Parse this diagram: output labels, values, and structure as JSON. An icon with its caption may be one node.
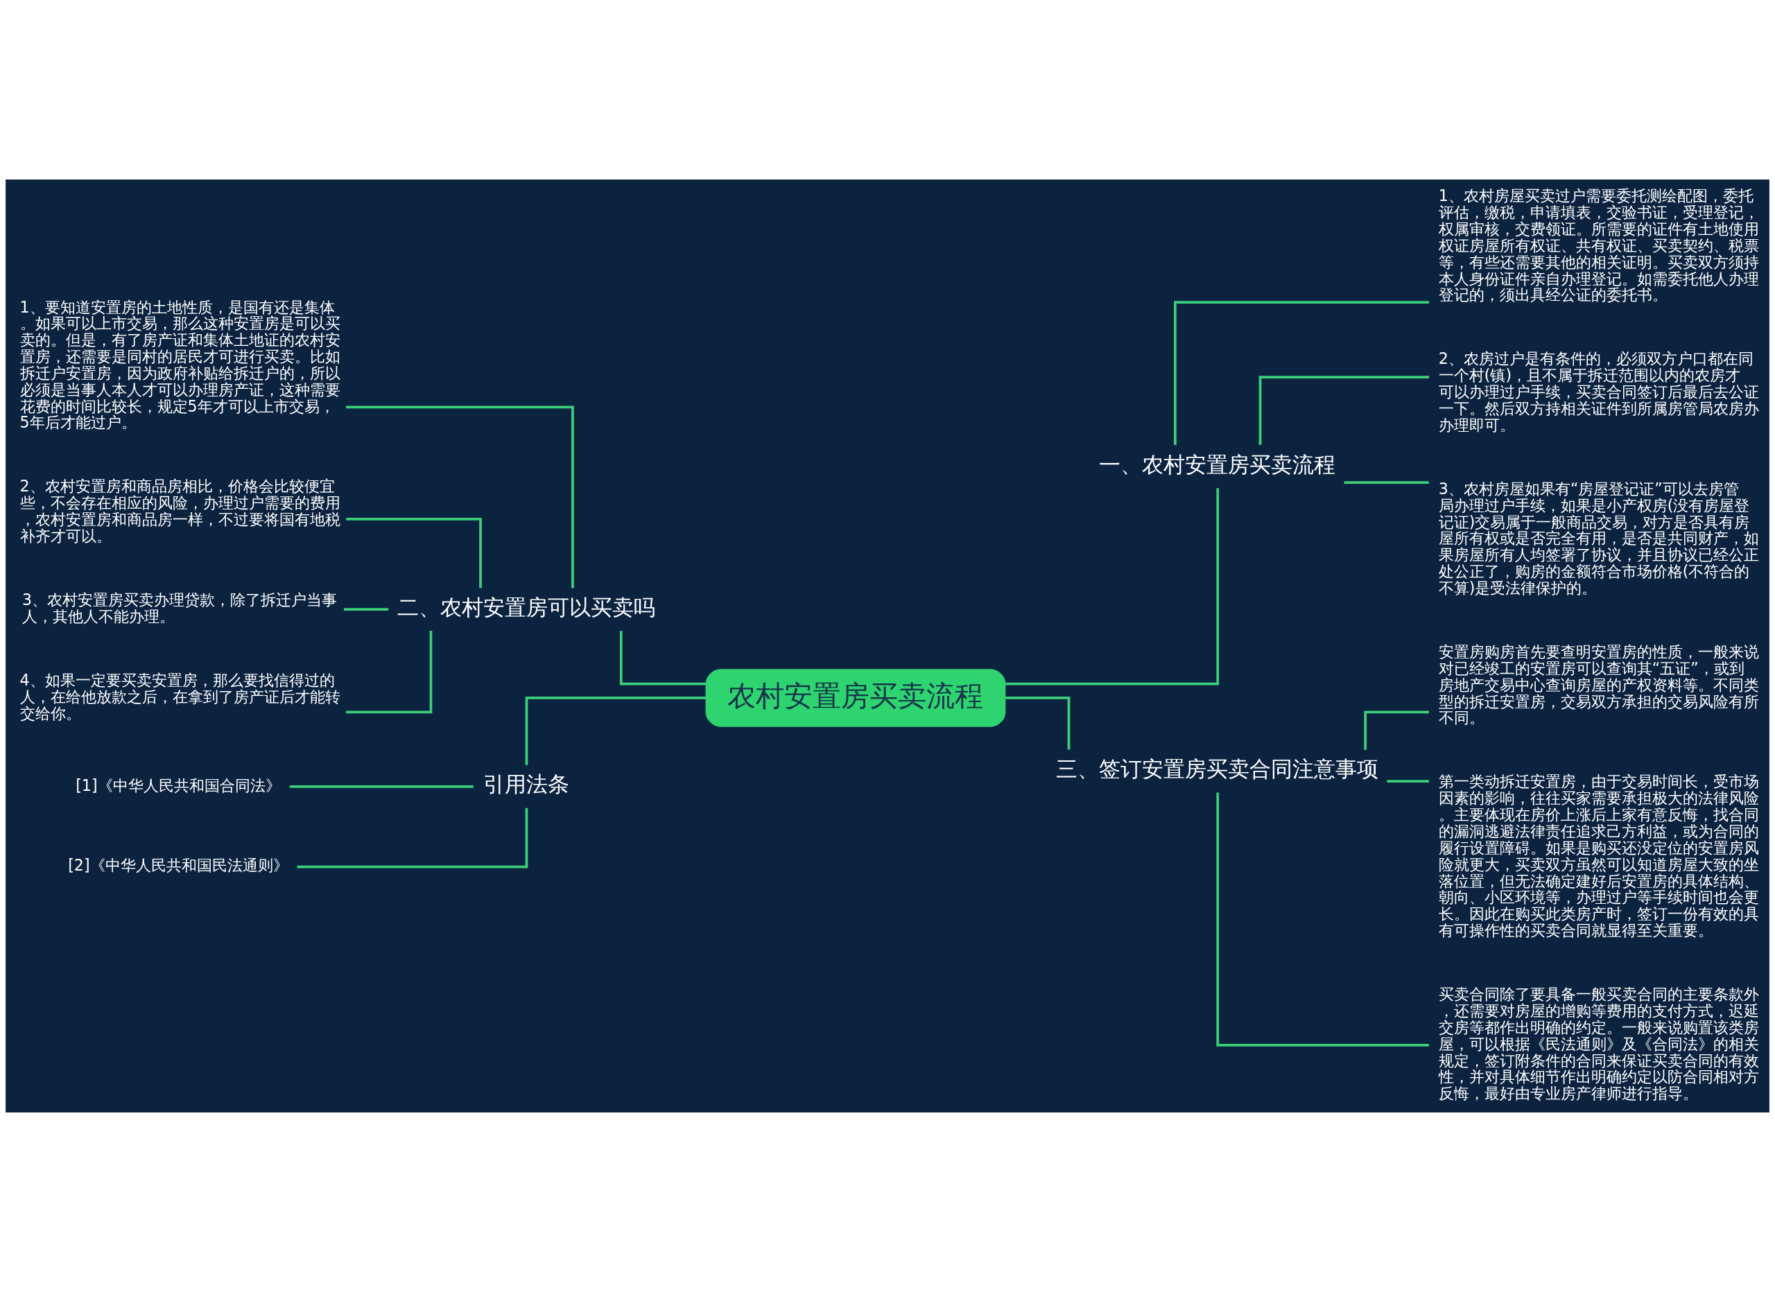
{
  "diagram": {
    "nodes": [
      {
        "text": [
          "农村安置房买卖流程"
        ]
      },
      {
        "text": [
          "一、农村安置房买卖流程"
        ]
      },
      {
        "text": [
          "1、农村房屋买卖过户需要委托测绘配图，委托评估，缴税，申请填表，交验书证，受理登记，权属审核，交费领证。所需要的证件有土地使用权证房屋所有权证、共有权证、买卖契约、税票等，有些还需要其他的相关证明。买卖双方须持本人身份证件亲自办理登记。如需委托他人办理登记的，须出具经公证的委托书。"
        ]
      },
      {
        "text": [
          "2、农房过户是有条件的，必须双方户口都在同一个村(镇)，且不属于拆迁范围以内的农房才可以办理过户手续，买卖合同签订后最后去公证一下。然后双方持相关证件到所属房管局农房办办理即可。"
        ]
      },
      {
        "text": [
          "3、农村房屋如果有“房屋登记证”可以去房管局办理过户手续，如果是小产权房(没有房屋登记证)交易属于一般商品交易，对方是否具有房屋所有权或是否完全有用，是否是共同财产，如果房屋所有人均签署了协议，并且协议已经公正处公正了，购房的金额符合市场价格(不符合的不算)是受法律保护的。"
        ]
      },
      {
        "text": [
          "三、签订安置房买卖合同注意事项"
        ]
      },
      {
        "text": [
          "安置房购房首先要查明安置房的性质，一般来说对已经竣工的安置房可以查询其“五证”，或到房地产交易中心查询房屋的产权资料等。不同类型的拆迁安置房，交易双方承担的交易风险有所不同。"
        ]
      },
      {
        "text": [
          "第一类动拆迁安置房，由于交易时间长，受市场因素的影响，往往买家需要承担极大的法律风险。主要体现在房价上涨后上家有意反悔，找合同的漏洞逃避法律责任追求己方利益，或为合同的履行设置障碍。如果是购买还没定位的安置房风险就更大，买卖双方虽然可以知道房屋大致的坐落位置，但无法确定建好后安置房的具体结构、朝向、小区环境等，办理过户等手续时间也会更长。因此在购买此类房产时，签订一份有效的具有可操作性的买卖合同就显得至关重要。"
        ]
      },
      {
        "text": [
          "买卖合同除了要具备一般买卖合同的主要条款外，还需要对房屋的增购等费用的支付方式，迟延交房等都作出明确的约定。一般来说购置该类房屋，可以根据《民法通则》及《合同法》的相关规定，签订附条件的合同来保证买卖合同的有效性，并对具体细节作出明确约定以防合同相对方反悔，最好由专业房产律师进行指导。"
        ]
      },
      {
        "text": [
          "二、农村安置房可以买卖吗"
        ]
      },
      {
        "text": [
          "1、要知道安置房的土地性质，是国有还是集体。如果可以上市交易，那么这种安置房是可以买卖的。但是，有了房产证和集体土地证的农村安置房，还需要是同村的居民才可进行买卖。比如拆迁户安置房，因为政府补贴给拆迁户的，所以必须是当事人本人才可以办理房产证，这种需要花费的时间比较长，规定5年才可以上市交易，5年后才能过户。"
        ]
      },
      {
        "text": [
          "2、农村安置房和商品房相比，价格会比较便宜些，不会存在相应的风险，办理过户需要的费用，农村安置房和商品房一样，不过要将国有地税补齐才可以。"
        ]
      },
      {
        "text": [
          "3、农村安置房买卖办理贷款，除了拆迁户当事人，其他人不能办理。"
        ]
      },
      {
        "text": [
          "4、如果一定要买卖安置房，那么要找信得过的人，在给他放款之后，在拿到了房产证后才能转交给你。"
        ]
      },
      {
        "text": [
          "引用法条"
        ]
      },
      {
        "text": [
          "[1]《中华人民共和国合同法》"
        ]
      },
      {
        "text": [
          "[2]《中华人民共和国民法通则》"
        ]
      }
    ],
    "edges": [
      {
        "from": 0,
        "to": 1,
        "arrow": "none"
      },
      {
        "from": 1,
        "to": 2,
        "arrow": "none"
      },
      {
        "from": 1,
        "to": 3,
        "arrow": "none"
      },
      {
        "from": 1,
        "to": 4,
        "arrow": "none"
      },
      {
        "from": 0,
        "to": 5,
        "arrow": "none"
      },
      {
        "from": 5,
        "to": 6,
        "arrow": "none"
      },
      {
        "from": 5,
        "to": 7,
        "arrow": "none"
      },
      {
        "from": 5,
        "to": 8,
        "arrow": "none"
      },
      {
        "from": 0,
        "to": 9,
        "arrow": "none"
      },
      {
        "from": 9,
        "to": 10,
        "arrow": "none"
      },
      {
        "from": 9,
        "to": 11,
        "arrow": "none"
      },
      {
        "from": 9,
        "to": 12,
        "arrow": "none"
      },
      {
        "from": 9,
        "to": 13,
        "arrow": "none"
      },
      {
        "from": 0,
        "to": 14,
        "arrow": "none"
      },
      {
        "from": 14,
        "to": 15,
        "arrow": "none"
      },
      {
        "from": 14,
        "to": 16,
        "arrow": "none"
      }
    ]
  }
}
